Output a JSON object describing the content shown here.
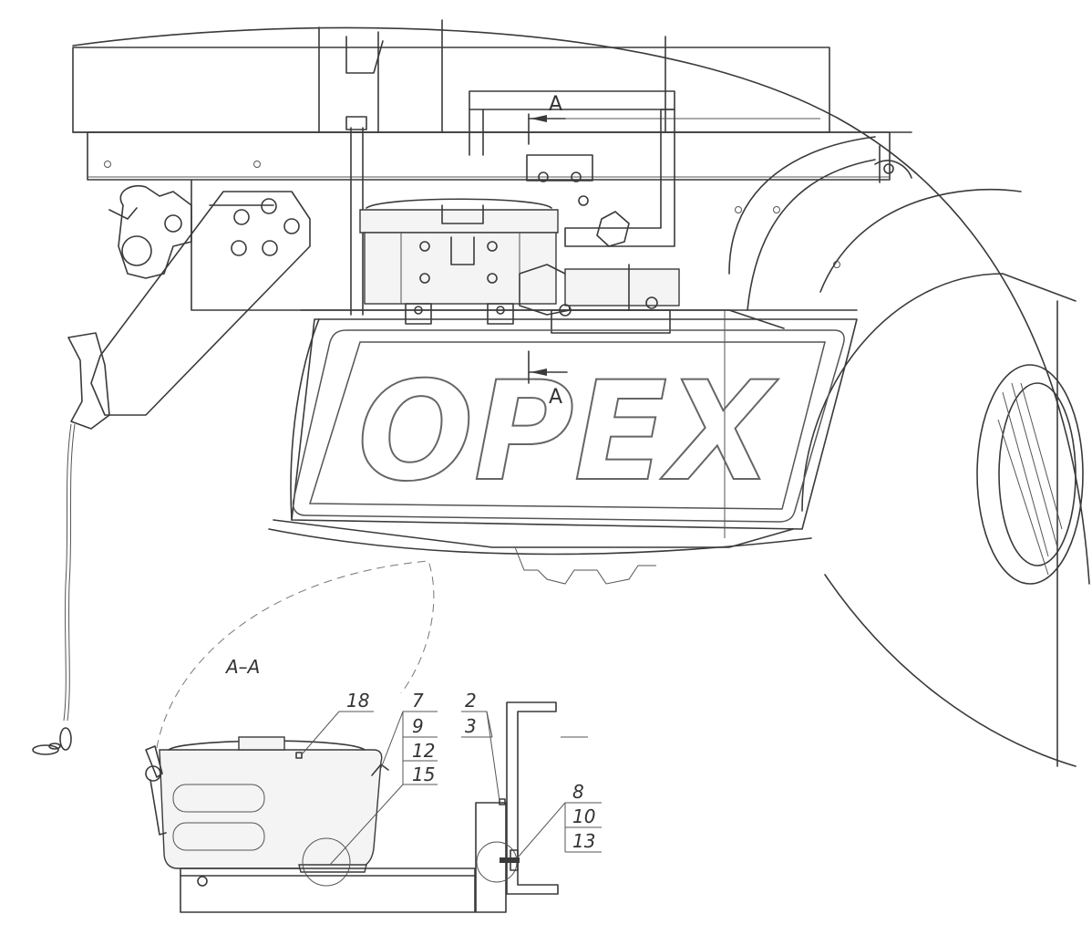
{
  "watermark": {
    "text": "OPEX"
  },
  "section_marks": {
    "upper": "A",
    "lower": "A",
    "view_title": "A–A"
  },
  "callouts": {
    "c18": "18",
    "c7": "7",
    "c9": "9",
    "c12": "12",
    "c15": "15",
    "c2": "2",
    "c3": "3",
    "c8": "8",
    "c10": "10",
    "c13": "13"
  }
}
